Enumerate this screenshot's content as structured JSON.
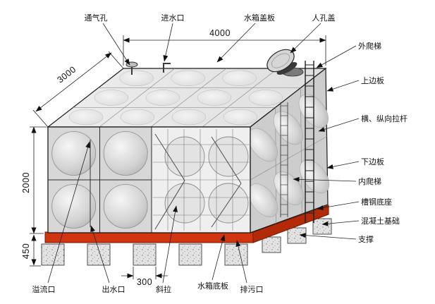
{
  "callouts": {
    "top": [
      {
        "id": "vent",
        "label": "通气孔"
      },
      {
        "id": "inlet",
        "label": "进水口"
      },
      {
        "id": "cover-plate",
        "label": "水箱盖板"
      },
      {
        "id": "manhole-cover",
        "label": "人孔盖"
      }
    ],
    "right": [
      {
        "id": "external-ladder",
        "label": "外爬梯"
      },
      {
        "id": "upper-side-plate",
        "label": "上边板"
      },
      {
        "id": "tie-rods",
        "label": "横、纵向拉杆"
      },
      {
        "id": "lower-side-plate",
        "label": "下边板"
      },
      {
        "id": "internal-ladder",
        "label": "内爬梯"
      },
      {
        "id": "channel-steel-base",
        "label": "槽钢底座"
      },
      {
        "id": "concrete-foundation",
        "label": "混凝土基础"
      },
      {
        "id": "support",
        "label": "支撑"
      }
    ],
    "bottom": [
      {
        "id": "overflow",
        "label": "溢流口"
      },
      {
        "id": "outlet",
        "label": "出水口"
      },
      {
        "id": "diagonal-brace",
        "label": "斜拉"
      },
      {
        "id": "tank-bottom-plate",
        "label": "水箱底板"
      },
      {
        "id": "drain",
        "label": "排污口"
      }
    ]
  },
  "dimensions": {
    "length": "4000",
    "depth": "3000",
    "height": "2000",
    "foundation_height": "450",
    "foundation_width": "300"
  },
  "colors": {
    "channel_base_red": "#d03510",
    "channel_base_red_dark": "#b32a08",
    "panel_gray": "#d7d7d7",
    "line": "#1a1a1a"
  }
}
